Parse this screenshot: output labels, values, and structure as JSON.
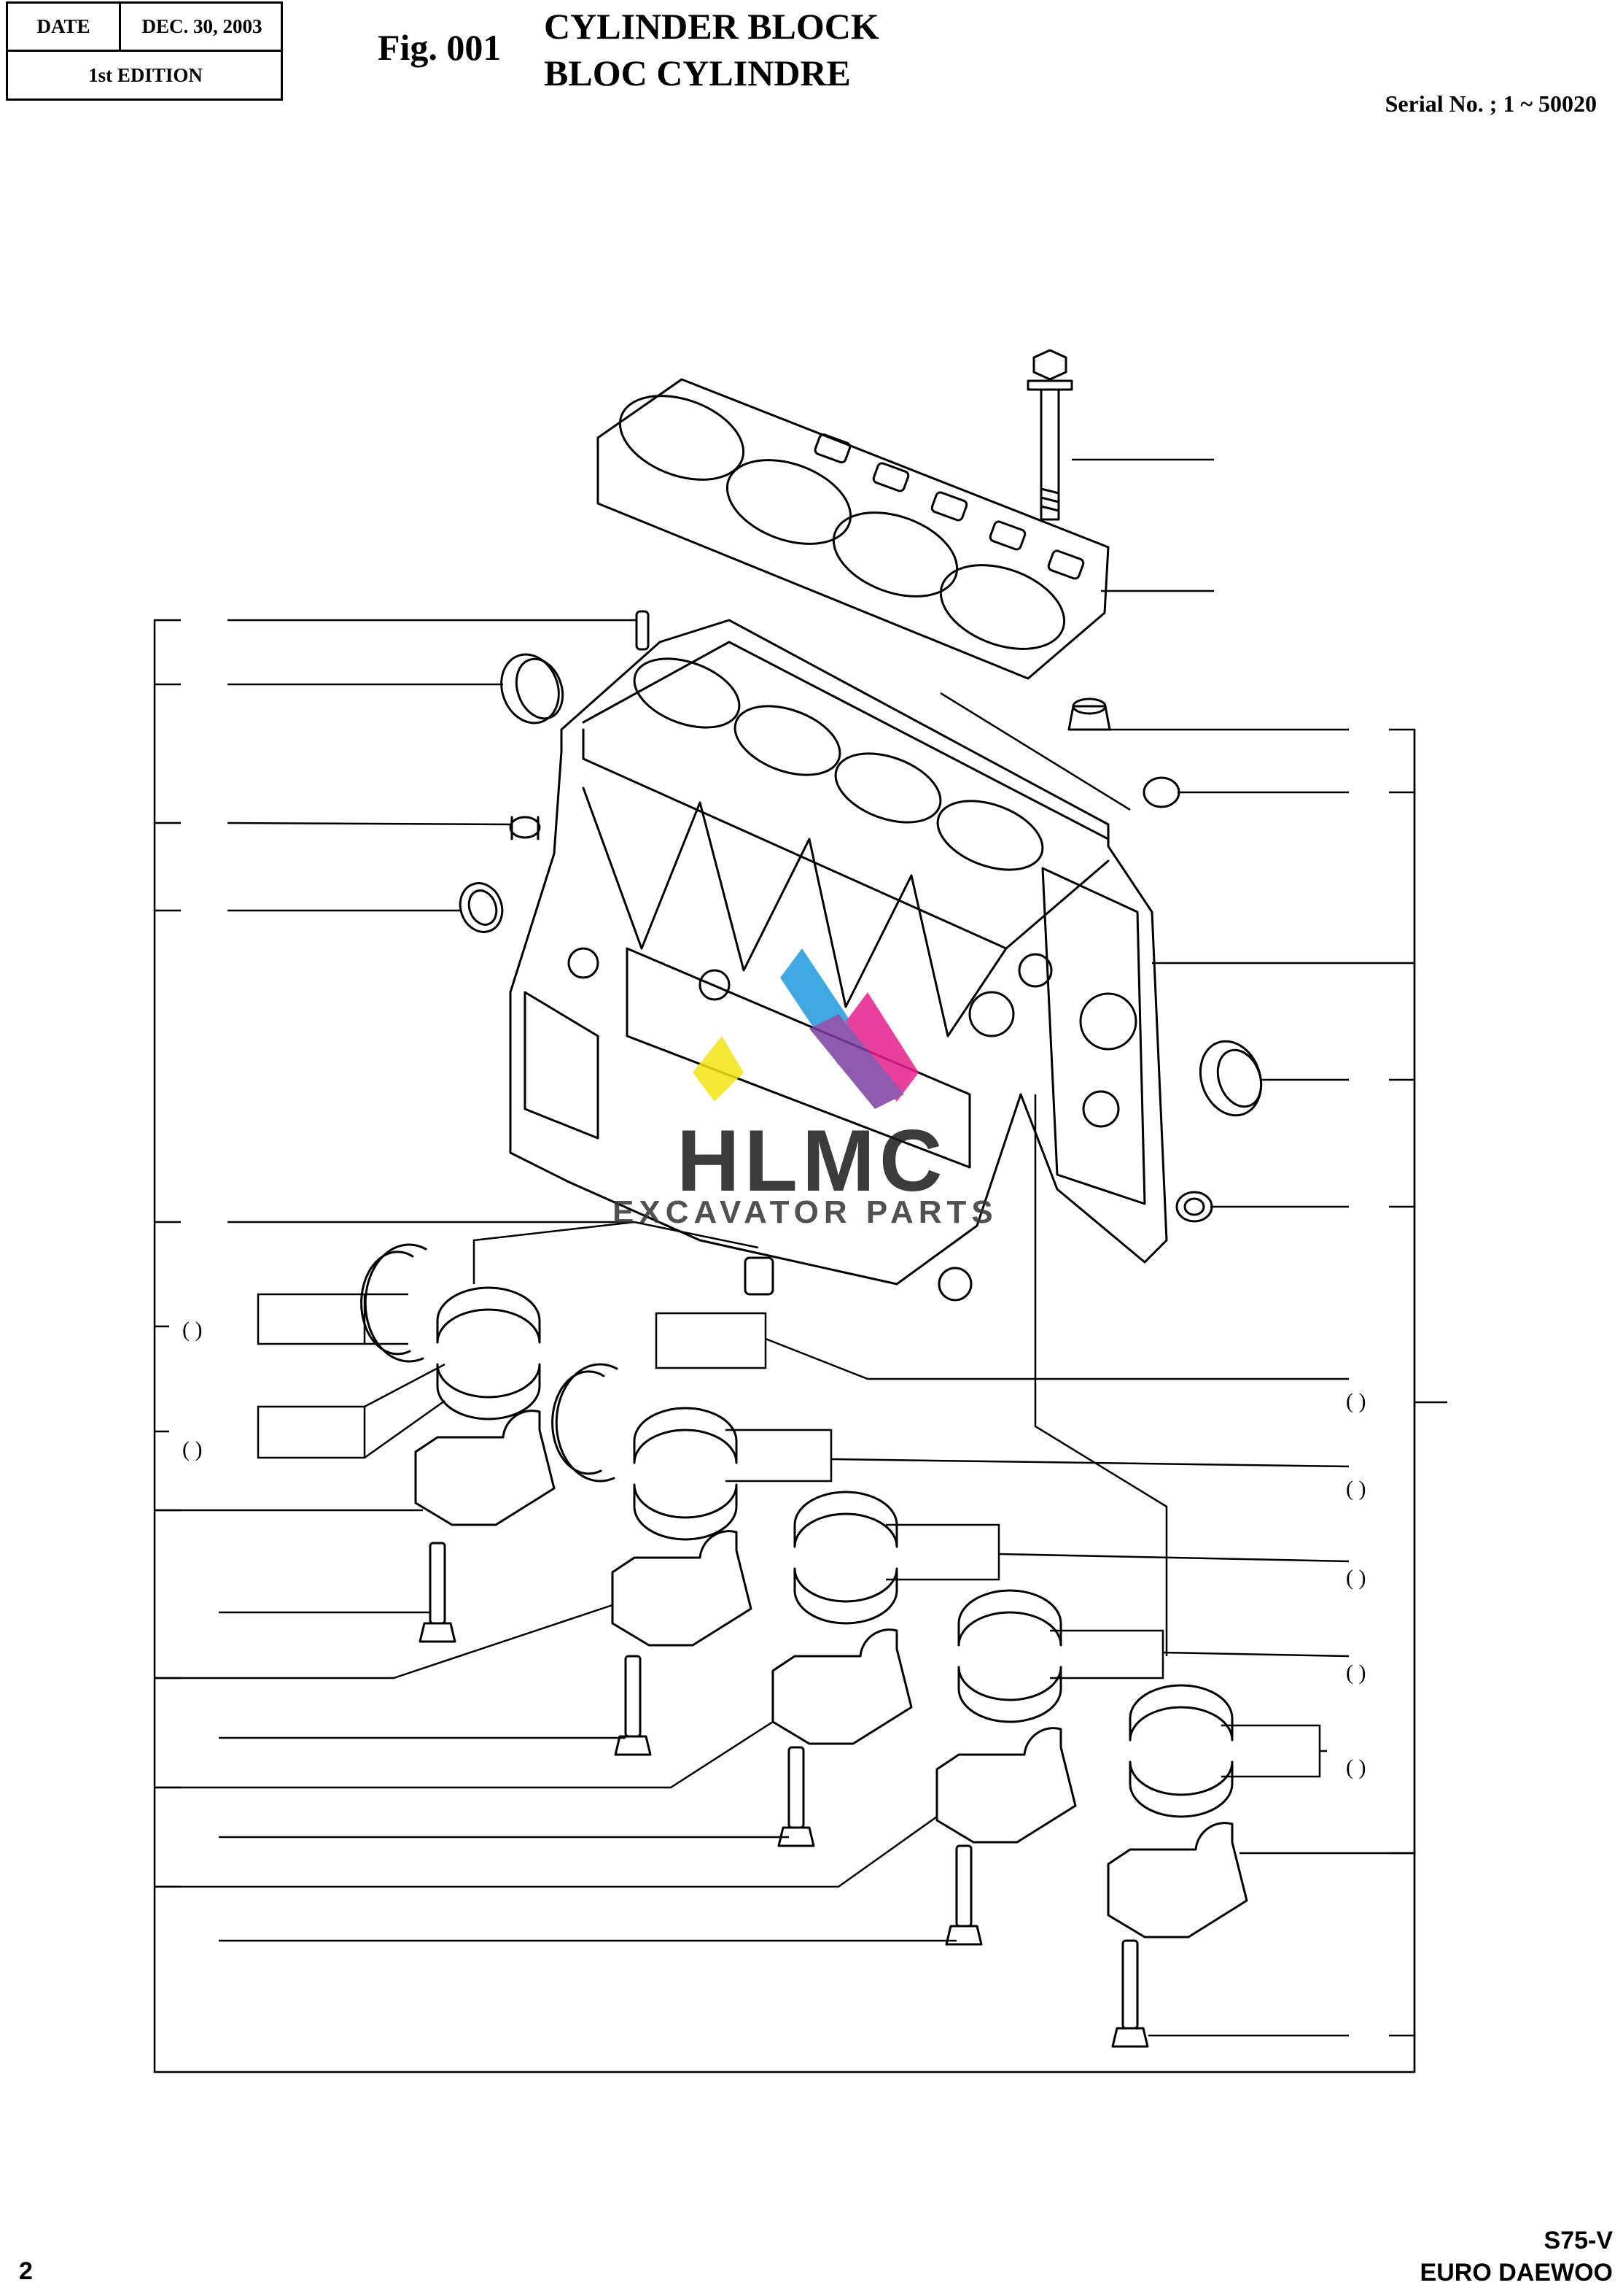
{
  "header": {
    "date_label": "DATE",
    "date_value": "DEC. 30, 2003",
    "edition": "1st EDITION",
    "fig_label": "Fig. 001",
    "title_en": "CYLINDER BLOCK",
    "title_fr": "BLOC CYLINDRE",
    "serial": "Serial No. ; 1 ~ 50020"
  },
  "footer": {
    "page_number": "2",
    "model": "S75-V",
    "brand": "EURO DAEWOO"
  },
  "watermark": {
    "brand": "HLMC",
    "tagline": "EXCAVATOR PARTS",
    "colors": [
      "#e61e8c",
      "#1f9be0",
      "#f3e515",
      "#7b3fa0"
    ]
  },
  "callouts": {
    "right_parens": [
      "(   )",
      "(   )",
      "(   )",
      "(   )",
      "(   )"
    ],
    "left_parens": [
      "(   )",
      "(   )"
    ]
  }
}
